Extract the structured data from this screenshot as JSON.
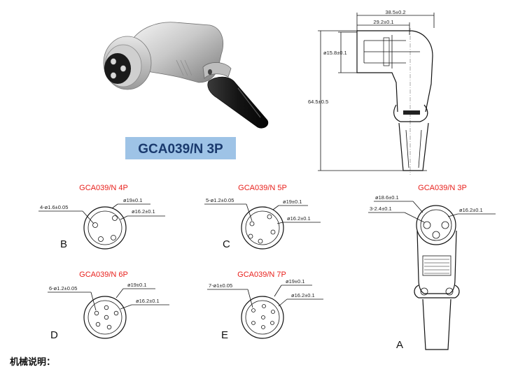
{
  "product": {
    "model_label": "GCA039/N 3P",
    "label_background": "#9ec3e6",
    "label_color": "#1a3a6e"
  },
  "side_drawing": {
    "width_overall": "38.5±0.2",
    "width_inner": "29.2±0.1",
    "diameter": "ø15.8±0.1",
    "height": "64.5±0.5"
  },
  "variants": {
    "B": {
      "letter": "B",
      "title": "GCA039/N 4P",
      "holes": "4-ø1.6±0.05",
      "outer_d": "ø19±0.1",
      "inner_d": "ø16.2±0.1"
    },
    "C": {
      "letter": "C",
      "title": "GCA039/N 5P",
      "holes": "5-ø1.2±0.05",
      "outer_d": "ø19±0.1",
      "inner_d": "ø16.2±0.1"
    },
    "D": {
      "letter": "D",
      "title": "GCA039/N 6P",
      "holes": "6-ø1.2±0.05",
      "outer_d": "ø19±0.1",
      "inner_d": "ø16.2±0.1"
    },
    "E": {
      "letter": "E",
      "title": "GCA039/N 7P",
      "holes": "7-ø1±0.05",
      "outer_d": "ø19±0.1",
      "inner_d": "ø16.2±0.1"
    },
    "A": {
      "letter": "A",
      "title": "GCA039/N 3P",
      "holes": "3-2.4±0.1",
      "outer_d": "ø18.6±0.1",
      "inner_d": "ø16.2±0.1"
    }
  },
  "footer": {
    "heading": "机械说明："
  },
  "colors": {
    "title_red": "#e8201c",
    "line": "#111111"
  }
}
